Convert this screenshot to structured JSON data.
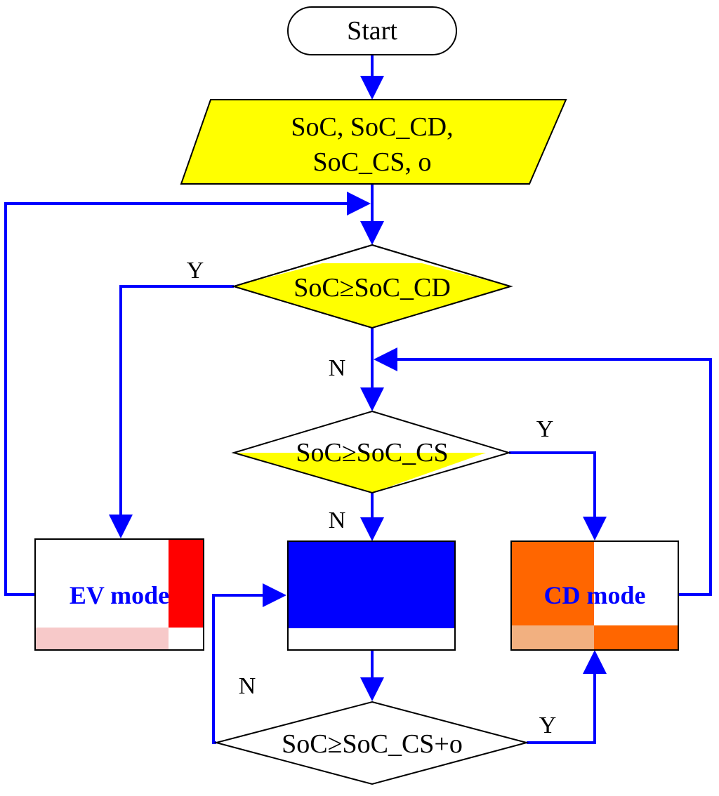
{
  "colors": {
    "flow": "#0000ff",
    "decision_fill": "#ffff00",
    "ev_accent": "#ff0000",
    "cd_fill": "#ff6600",
    "cs_fill": "#0000ff",
    "mode_text": "#0000ff"
  },
  "nodes": {
    "start": "Start",
    "input": {
      "line1": "SoC, SoC_CD,",
      "line2": "SoC_CS, o"
    },
    "decision_cd": "SoC≥SoC_CD",
    "decision_cs": "SoC≥SoC_CS",
    "decision_cs_o": "SoC≥SoC_CS+o",
    "ev_mode": "EV mode",
    "cd_mode": "CD mode"
  },
  "edges": {
    "cd_yes": "Y",
    "cd_no": "N",
    "cs_yes": "Y",
    "cs_no": "N",
    "cso_yes": "Y",
    "cso_no": "N"
  }
}
